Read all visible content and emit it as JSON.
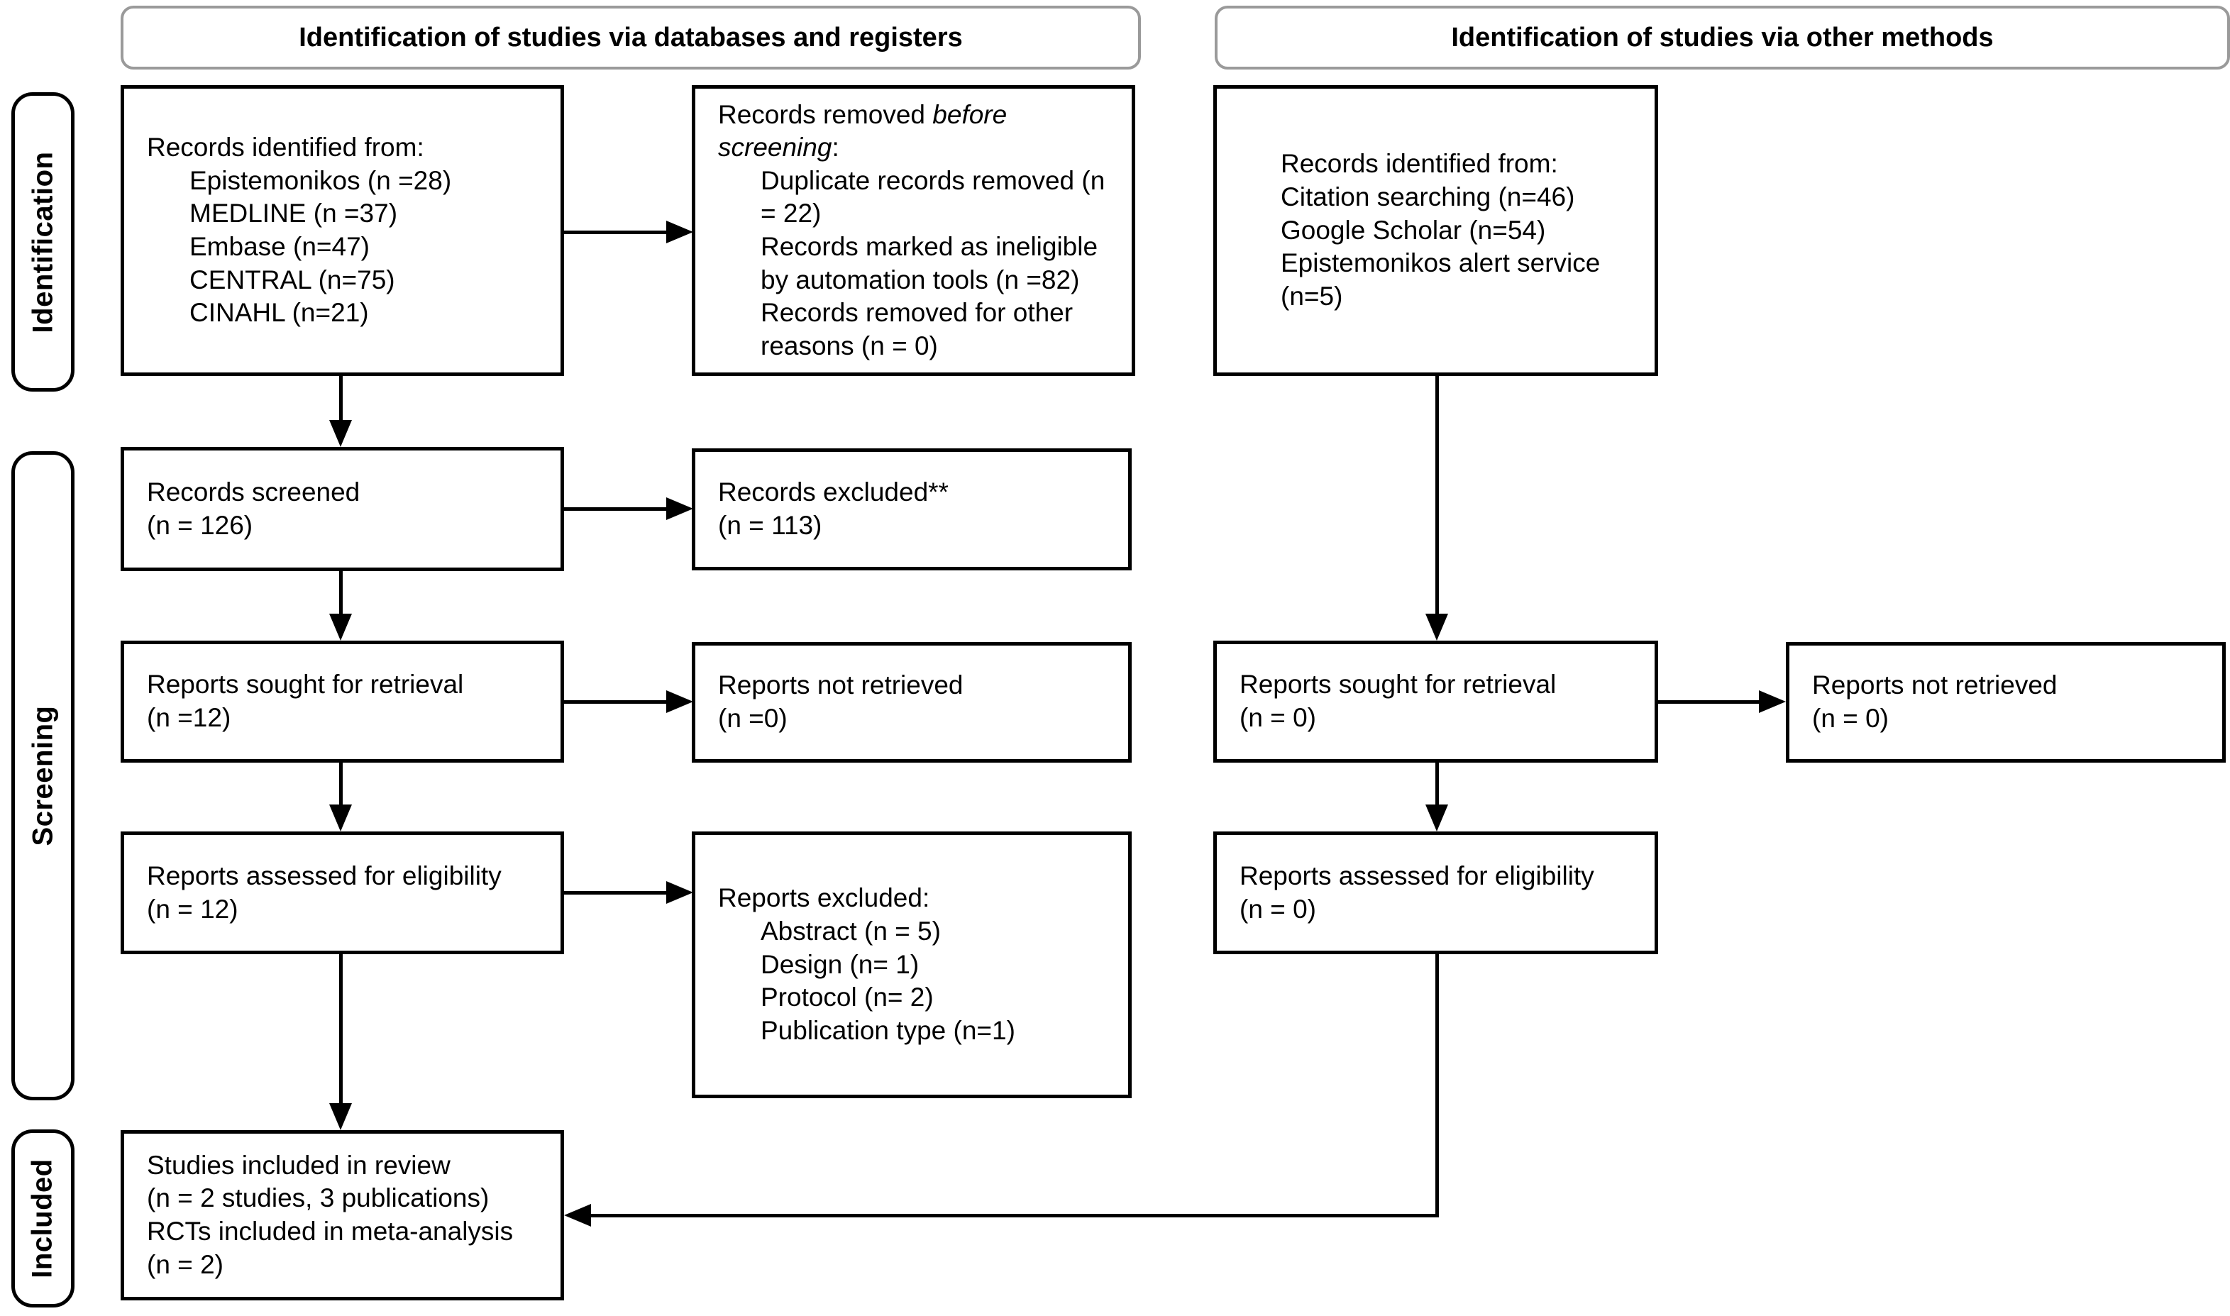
{
  "headers": [
    "Identification of studies via databases and registers",
    "Identification of studies via other methods"
  ],
  "stages": [
    "Identification",
    "Screening",
    "Included"
  ],
  "colors": {
    "box_border": "#000000",
    "header_border": "#9a9a9a",
    "background": "#ffffff",
    "text": "#000000"
  },
  "boxes": {
    "db_identified": {
      "title": "Records identified from:",
      "items": [
        "Epistemonikos (n =28)",
        "MEDLINE (n =37)",
        "Embase (n=47)",
        "CENTRAL (n=75)",
        "CINAHL (n=21)"
      ]
    },
    "records_removed": {
      "title_prefix": "Records removed ",
      "title_italic": "before screening",
      "title_suffix": ":",
      "items": [
        "Duplicate records removed (n = 22)",
        "Records marked as ineligible by automation tools (n =82)",
        "Records removed for other reasons (n = 0)"
      ]
    },
    "other_identified": {
      "title": "Records identified from:",
      "items": [
        "Citation searching (n=46)",
        "Google Scholar (n=54)",
        "Epistemonikos alert service (n=5)"
      ]
    },
    "records_screened": {
      "lines": [
        "Records screened",
        "(n = 126)"
      ]
    },
    "records_excluded": {
      "lines": [
        "Records excluded**",
        "(n = 113)"
      ]
    },
    "reports_sought_db": {
      "lines": [
        "Reports sought for retrieval",
        "(n =12)"
      ]
    },
    "reports_not_retrieved_db": {
      "lines": [
        "Reports not retrieved",
        "(n =0)"
      ]
    },
    "reports_sought_other": {
      "lines": [
        "Reports sought for retrieval",
        "(n = 0)"
      ]
    },
    "reports_not_retrieved_other": {
      "lines": [
        "Reports not retrieved",
        "(n = 0)"
      ]
    },
    "reports_assessed_db": {
      "lines": [
        "Reports assessed for eligibility",
        "(n = 12)"
      ]
    },
    "reports_excluded": {
      "title": "Reports excluded:",
      "items": [
        "Abstract (n = 5)",
        "Design (n= 1)",
        "Protocol (n= 2)",
        "Publication type (n=1)"
      ]
    },
    "reports_assessed_other": {
      "lines": [
        "Reports assessed for eligibility",
        "(n = 0)"
      ]
    },
    "included": {
      "lines": [
        "Studies included in review",
        "(n = 2 studies, 3 publications)",
        "RCTs included in meta-analysis",
        "(n = 2)"
      ]
    }
  }
}
